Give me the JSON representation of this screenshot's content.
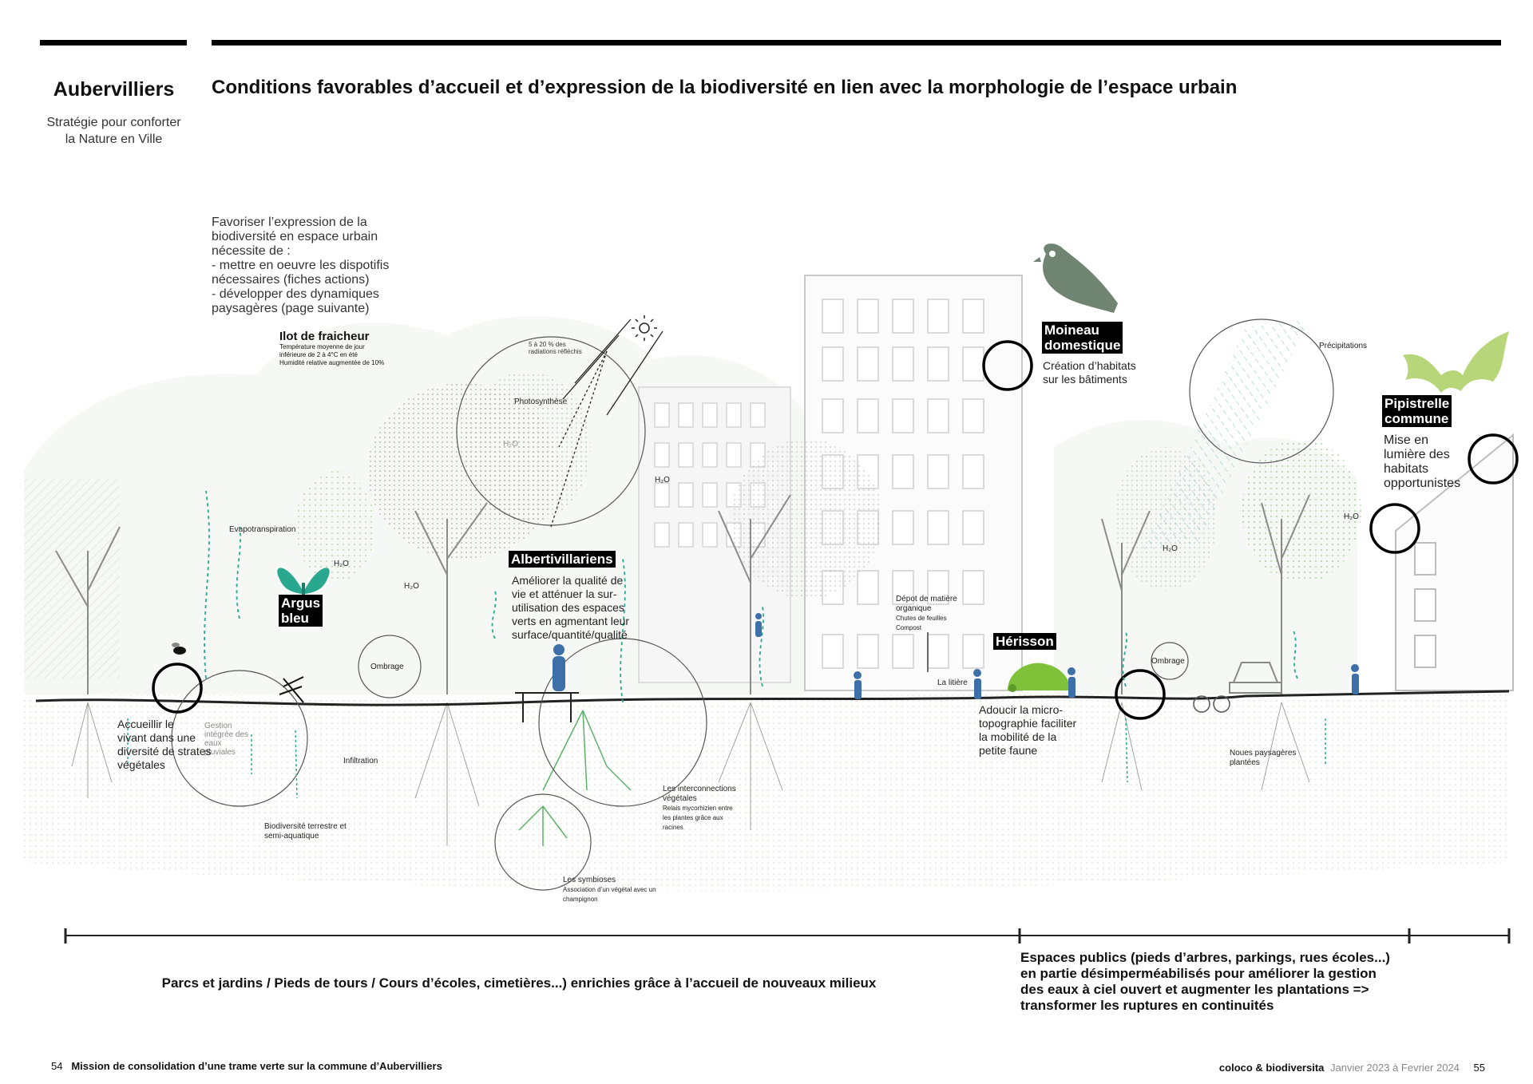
{
  "header": {
    "city": "Aubervilliers",
    "subtitle_line1": "Stratégie pour conforter",
    "subtitle_line2": "la Nature en Ville",
    "title": "Conditions favorables d’accueil et d’expression de la biodiversité en lien avec la morphologie de l’espace urbain"
  },
  "intro": {
    "lines": [
      "Favoriser l’expression de la",
      "biodiversité en espace urbain",
      "nécessite de :",
      "- mettre en oeuvre les dispotifis",
      "nécessaires (fiches actions)",
      "- développer des dynamiques",
      "paysagères (page suivante)"
    ]
  },
  "ilot": {
    "title": "Ilot de fraicheur",
    "line1": "Température moyenne de jour",
    "line2": "inférieure de 2 à 4°C en été",
    "line3": "Humidité relative augmentée de 10%"
  },
  "species": {
    "argus_l1": "Argus",
    "argus_l2": "bleu",
    "albert": "Albertivillariens",
    "albert_desc": [
      "Améliorer la qualité de",
      "vie et atténuer la sur-",
      "utilisation des espaces",
      "verts en agmentant leur",
      "surface/quantité/qualité"
    ],
    "moineau_l1": "Moineau",
    "moineau_l2": "domestique",
    "moineau_desc": [
      "Création d’habitats",
      "sur les bâtiments"
    ],
    "pipistrelle_l1": "Pipistrelle",
    "pipistrelle_l2": "commune",
    "pipistrelle_desc": [
      "Mise en",
      "lumière des",
      "habitats",
      "opportunistes"
    ],
    "herisson": "Hérisson",
    "herisson_desc": [
      "Adoucir la micro-",
      "topographie faciliter",
      "la mobilité de la",
      "petite faune"
    ],
    "accueil_desc": [
      "Accueillir le",
      "vivant dans une",
      "diversité de strates",
      "végétales"
    ]
  },
  "labels": {
    "evapo": "Evapotranspiration",
    "h2o": "H₂O",
    "photosynthese": "Photosynthèse",
    "radiation_l1": "5 à 20 % des",
    "radiation_l2": "radiations réfléchis",
    "ombrage": "Ombrage",
    "infiltration": "Infiltration",
    "gestion": [
      "Gestion",
      "intégrée des",
      "eaux",
      "pluviales"
    ],
    "biodiv_l1": "Biodiversité terrestre et",
    "biodiv_l2": "semi-aquatique",
    "interco_l1": "Les interconnections",
    "interco_l2": "végétales",
    "interco_l3": "Relais mycorhizien entre",
    "interco_l4": "les plantes grâce aux",
    "interco_l5": "racines",
    "symb_l1": "Les symbioses",
    "symb_l2": "Association d’un végétal avec un",
    "symb_l3": "champignon",
    "depot_l1": "Dépot de matière",
    "depot_l2": "organique",
    "depot_l3": "Chutes de feuilles",
    "depot_l4": "Compost",
    "litiere": "La litière",
    "precip": "Précipitations",
    "noues_l1": "Noues paysagères",
    "noues_l2": "plantées"
  },
  "bottom": {
    "left": "Parcs et jardins / Pieds de tours / Cours d’écoles, cimetières...) enrichies grâce à l’accueil de nouveaux milieux",
    "right_lines": [
      "Espaces publics (pieds d’arbres, parkings, rues écoles...)",
      "en partie désimperméabilisés pour améliorer la gestion",
      "des eaux à ciel ouvert et  augmenter les plantations =>",
      "transformer les ruptures en continuités"
    ]
  },
  "footer": {
    "page_left": "54",
    "mission": "Mission de consolidation d’une trame verte sur la commune d’Aubervilliers",
    "brand": "coloco & biodiversita",
    "date": "Janvier 2023 à Fevrier 2024",
    "page_right": "55"
  },
  "colors": {
    "teal": "#2aa88f",
    "sage": "#6f8572",
    "lime": "#b7d67a",
    "blue_figure": "#3d6fa8",
    "herisson_green": "#7fc23a"
  }
}
